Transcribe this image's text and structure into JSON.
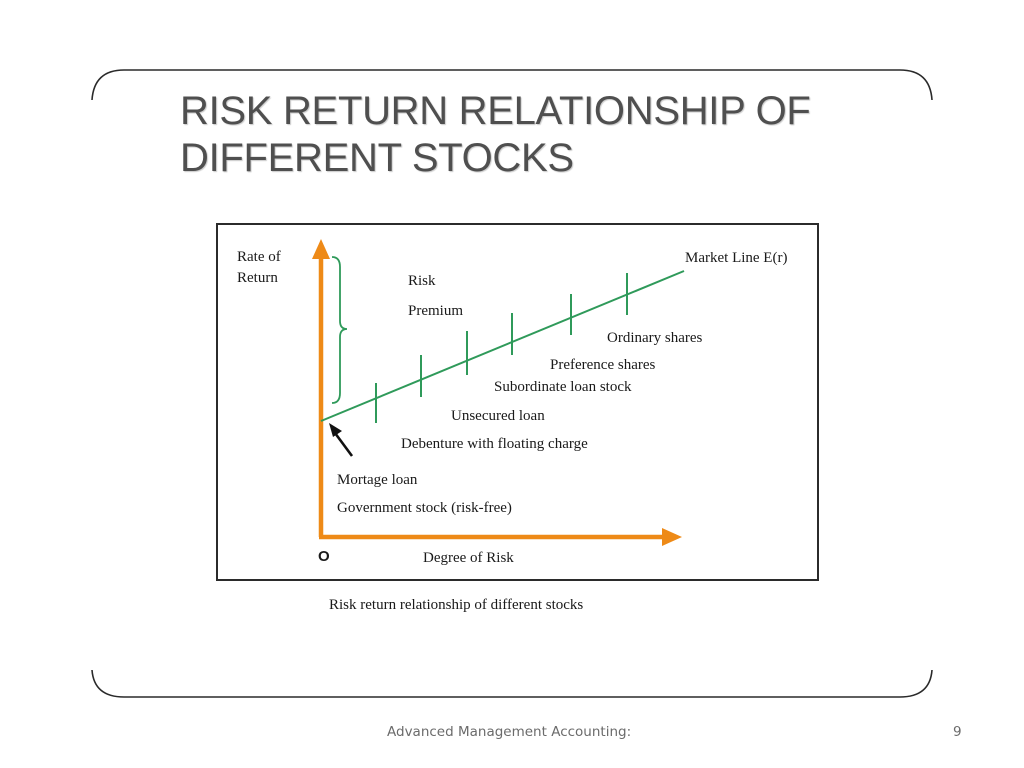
{
  "slide": {
    "title_lines": [
      "RISK RETURN RELATIONSHIP OF",
      "DIFFERENT STOCKS"
    ],
    "footer": "Advanced Management Accounting:",
    "page_number": "9"
  },
  "diagram": {
    "y_axis_label_1": "Rate of",
    "y_axis_label_2": "Return",
    "x_axis_label": "Degree of Risk",
    "origin_label": "O",
    "market_line_label": "Market Line E(r)",
    "risk_premium_1": "Risk",
    "risk_premium_2": "Premium",
    "security_labels": {
      "ordinary_shares": "Ordinary shares",
      "preference_shares": "Preference shares",
      "subordinate_loan_stock": "Subordinate loan stock",
      "unsecured_loan": "Unsecured loan",
      "debenture": "Debenture with floating charge",
      "mortgage_loan": "Mortage loan",
      "government_stock": "Government stock (risk-free)"
    },
    "caption": "Risk return relationship of different stocks",
    "colors": {
      "axis": "#ee8a17",
      "market_line": "#2f9a5a",
      "frame": "#2b2b2b"
    }
  }
}
